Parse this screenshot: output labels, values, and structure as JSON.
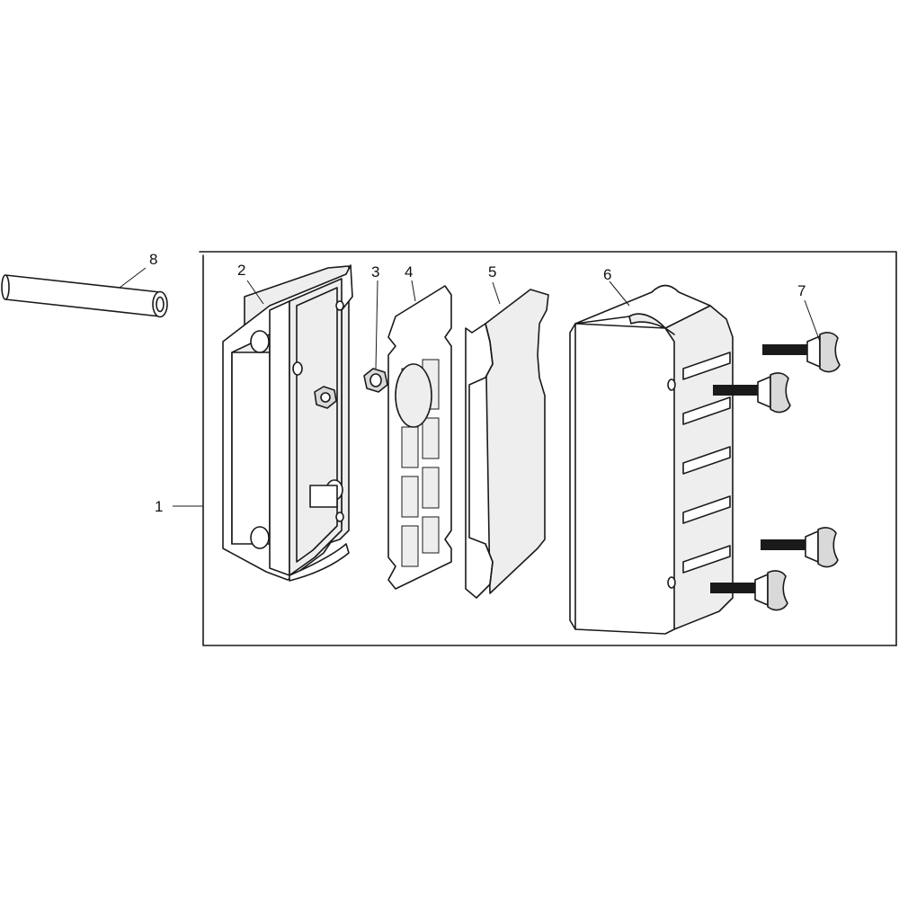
{
  "callouts": [
    {
      "id": "1",
      "label": "1"
    },
    {
      "id": "2",
      "label": "2"
    },
    {
      "id": "3",
      "label": "3"
    },
    {
      "id": "4",
      "label": "4"
    },
    {
      "id": "5",
      "label": "5"
    },
    {
      "id": "6",
      "label": "6"
    },
    {
      "id": "7",
      "label": "7"
    },
    {
      "id": "8",
      "label": "8"
    }
  ],
  "colors": {
    "line": "#1a1a1a",
    "background": "#ffffff",
    "shade": "#d9d9d9"
  }
}
